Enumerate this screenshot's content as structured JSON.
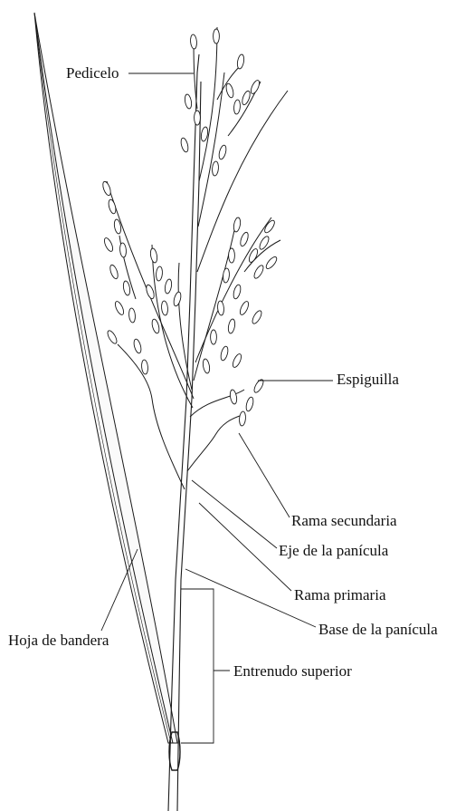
{
  "diagram": {
    "labels": {
      "pedicelo": "Pedicelo",
      "espiguilla": "Espiguilla",
      "rama_secundaria": "Rama secundaria",
      "eje_panicula": "Eje de la panícula",
      "rama_primaria": "Rama primaria",
      "base_panicula": "Base de la panícula",
      "hoja_bandera": "Hoja de bandera",
      "entrenudo_superior": "Entrenudo superior"
    },
    "colors": {
      "ink": "#1a1a1a",
      "background": "#ffffff"
    }
  }
}
